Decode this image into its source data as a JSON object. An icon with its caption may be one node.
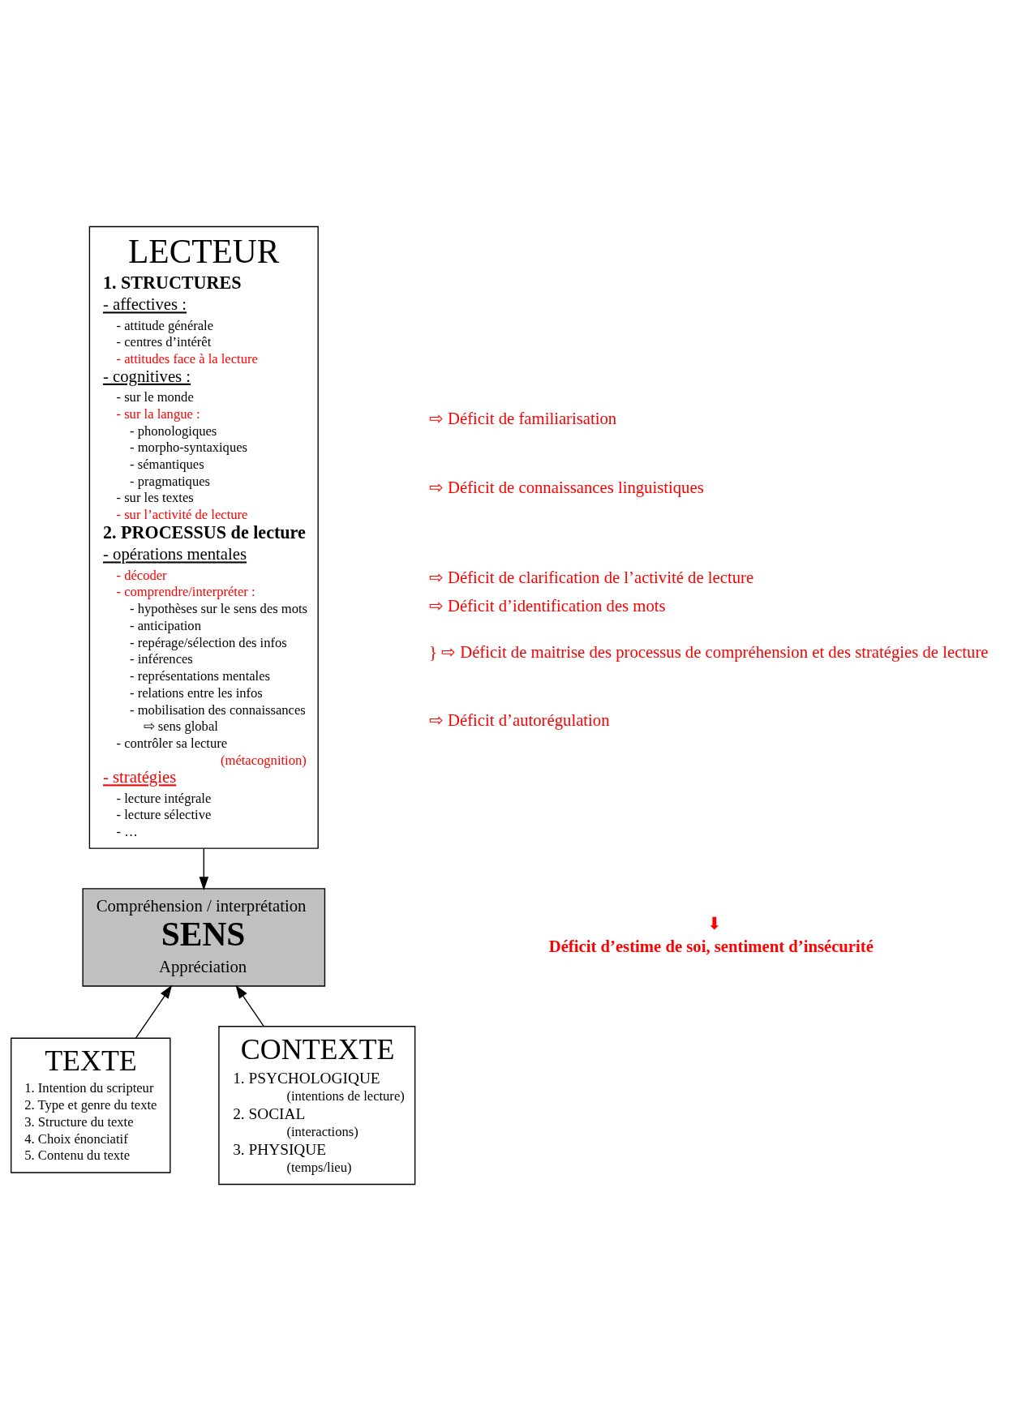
{
  "diagram": {
    "nodes": [
      {
        "text": [
          "LECTEUR",
          "1. STRUCTURES",
          "- affectives :",
          "- attitude générale",
          "- centres d’intérêt",
          "- attitudes face à la lecture",
          "- cognitives :",
          "- sur le monde",
          "- sur la langue :",
          "- phonologiques",
          "- morpho-syntaxiques",
          "- sémantiques",
          "- pragmatiques",
          "- sur les textes",
          "- sur l’activité de lecture",
          "2. PROCESSUS de lecture",
          "- opérations mentales",
          "- décoder",
          "- comprendre/interpréter :",
          "- hypothèses sur le sens des mots",
          "- anticipation",
          "- repérage/sélection des infos",
          "- inférences",
          "- représentations mentales",
          "- relations entre les infos",
          "- mobilisation des connaissances",
          "⇨ sens global",
          "- contrôler sa lecture",
          "(métacognition)",
          "- stratégies",
          "- lecture intégrale",
          "- lecture sélective",
          "- …"
        ]
      },
      {
        "text": [
          "Compréhension / interprétation",
          "SENS",
          "Appréciation"
        ]
      },
      {
        "text": [
          "TEXTE",
          "1. Intention du scripteur",
          "2. Type et genre du texte",
          "3. Structure du texte",
          "4. Choix énonciatif",
          "5. Contenu du texte"
        ]
      },
      {
        "text": [
          "CONTEXTE",
          "1. PSYCHOLOGIQUE",
          "(intentions de lecture)",
          "2. SOCIAL",
          "(interactions)",
          "3. PHYSIQUE",
          "(temps/lieu)"
        ]
      }
    ],
    "edges": [
      {
        "from": 0,
        "to": 1,
        "arrow": "to"
      },
      {
        "from": 2,
        "to": 1,
        "arrow": "to"
      },
      {
        "from": 3,
        "to": 1,
        "arrow": "to"
      }
    ],
    "labels": [
      "⇨ Déficit de familiarisation",
      "⇨ Déficit de connaissances linguistiques",
      "⇨ Déficit de clarification de l’activité de lecture",
      "⇨ Déficit d’identification des mots",
      "} ⇨ Déficit de maitrise des processus de compréhension et des stratégies de lecture",
      "⇨ Déficit d’autorégulation",
      "⬇",
      "Déficit d’estime de soi, sentiment d’insécurité"
    ]
  }
}
